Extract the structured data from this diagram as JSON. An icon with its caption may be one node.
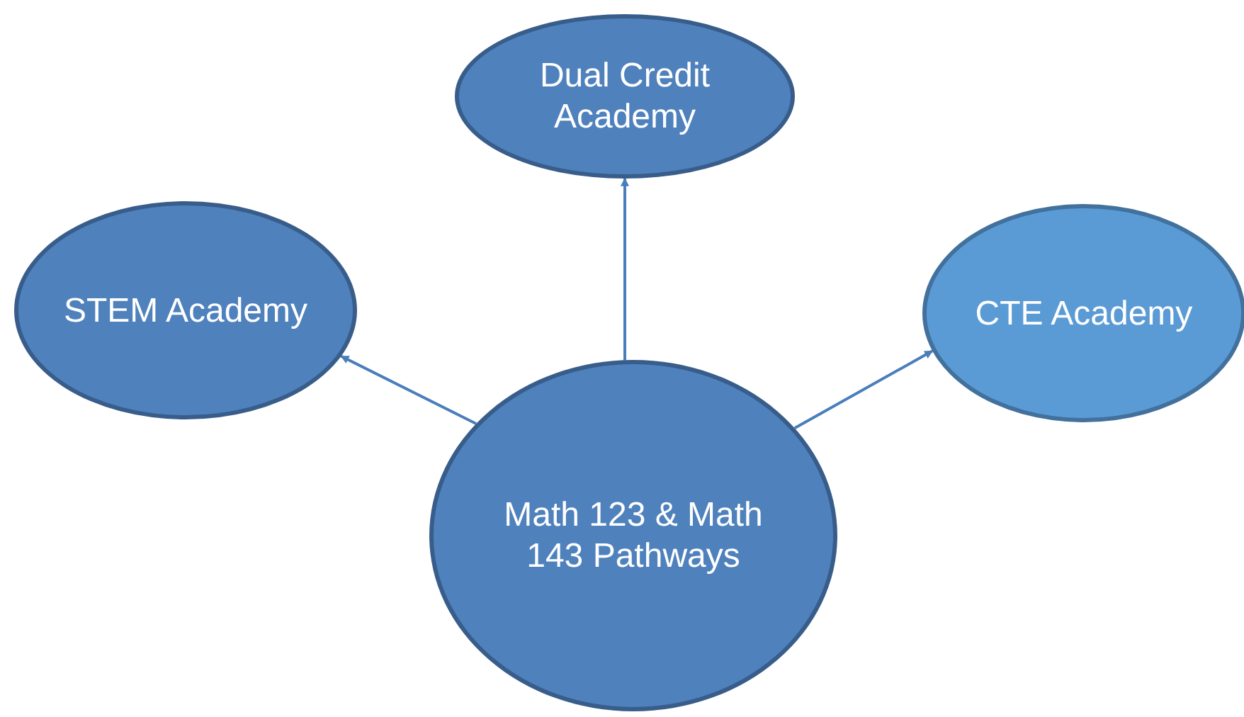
{
  "diagram": {
    "nodes": [
      {
        "text": [
          "Dual Credit Academy"
        ]
      },
      {
        "text": [
          "STEM Academy"
        ]
      },
      {
        "text": [
          "CTE Academy"
        ]
      },
      {
        "text": [
          "Math 123 & Math 143 Pathways"
        ]
      }
    ],
    "edges": [
      {
        "from": 3,
        "to": 1,
        "arrow": "to"
      },
      {
        "from": 3,
        "to": 0,
        "arrow": "to"
      },
      {
        "from": 3,
        "to": 2,
        "arrow": "to",
        "color": "#4a7ebb"
      }
    ]
  }
}
